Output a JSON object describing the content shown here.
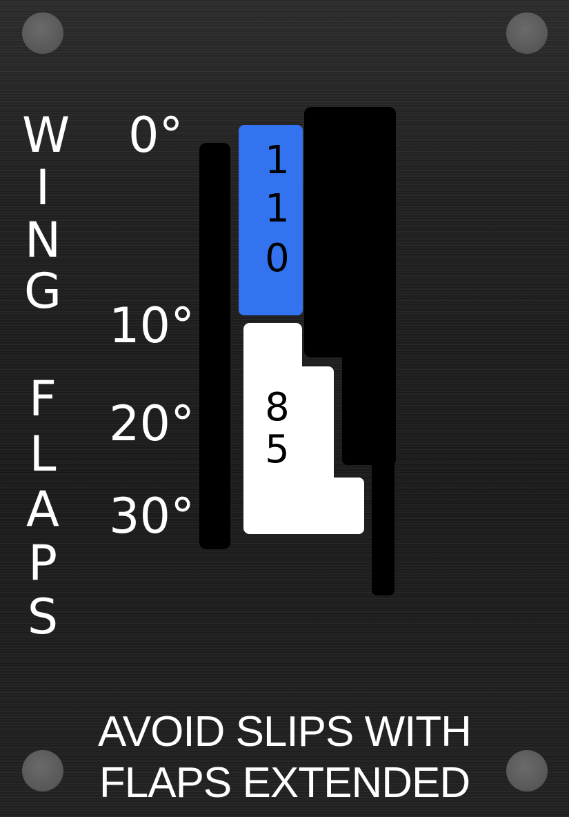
{
  "placard": {
    "title_letters_top": [
      "W",
      "I",
      "N",
      "G"
    ],
    "title_letters_bottom": [
      "F",
      "L",
      "A",
      "P",
      "S"
    ],
    "positions": [
      "0°",
      "10°",
      "20°",
      "30°"
    ],
    "flaps_up_speed_digits": [
      "1",
      "1",
      "0"
    ],
    "flaps_ext_speed_digits": [
      "8",
      "5"
    ],
    "warning_line1": "AVOID SLIPS WITH",
    "warning_line2": "FLAPS EXTENDED",
    "colors": {
      "speed_band_blue": "#3373f0",
      "speed_band_white": "#ffffff",
      "gate_slot": "#000000",
      "screw": "#5a5a5a"
    }
  }
}
